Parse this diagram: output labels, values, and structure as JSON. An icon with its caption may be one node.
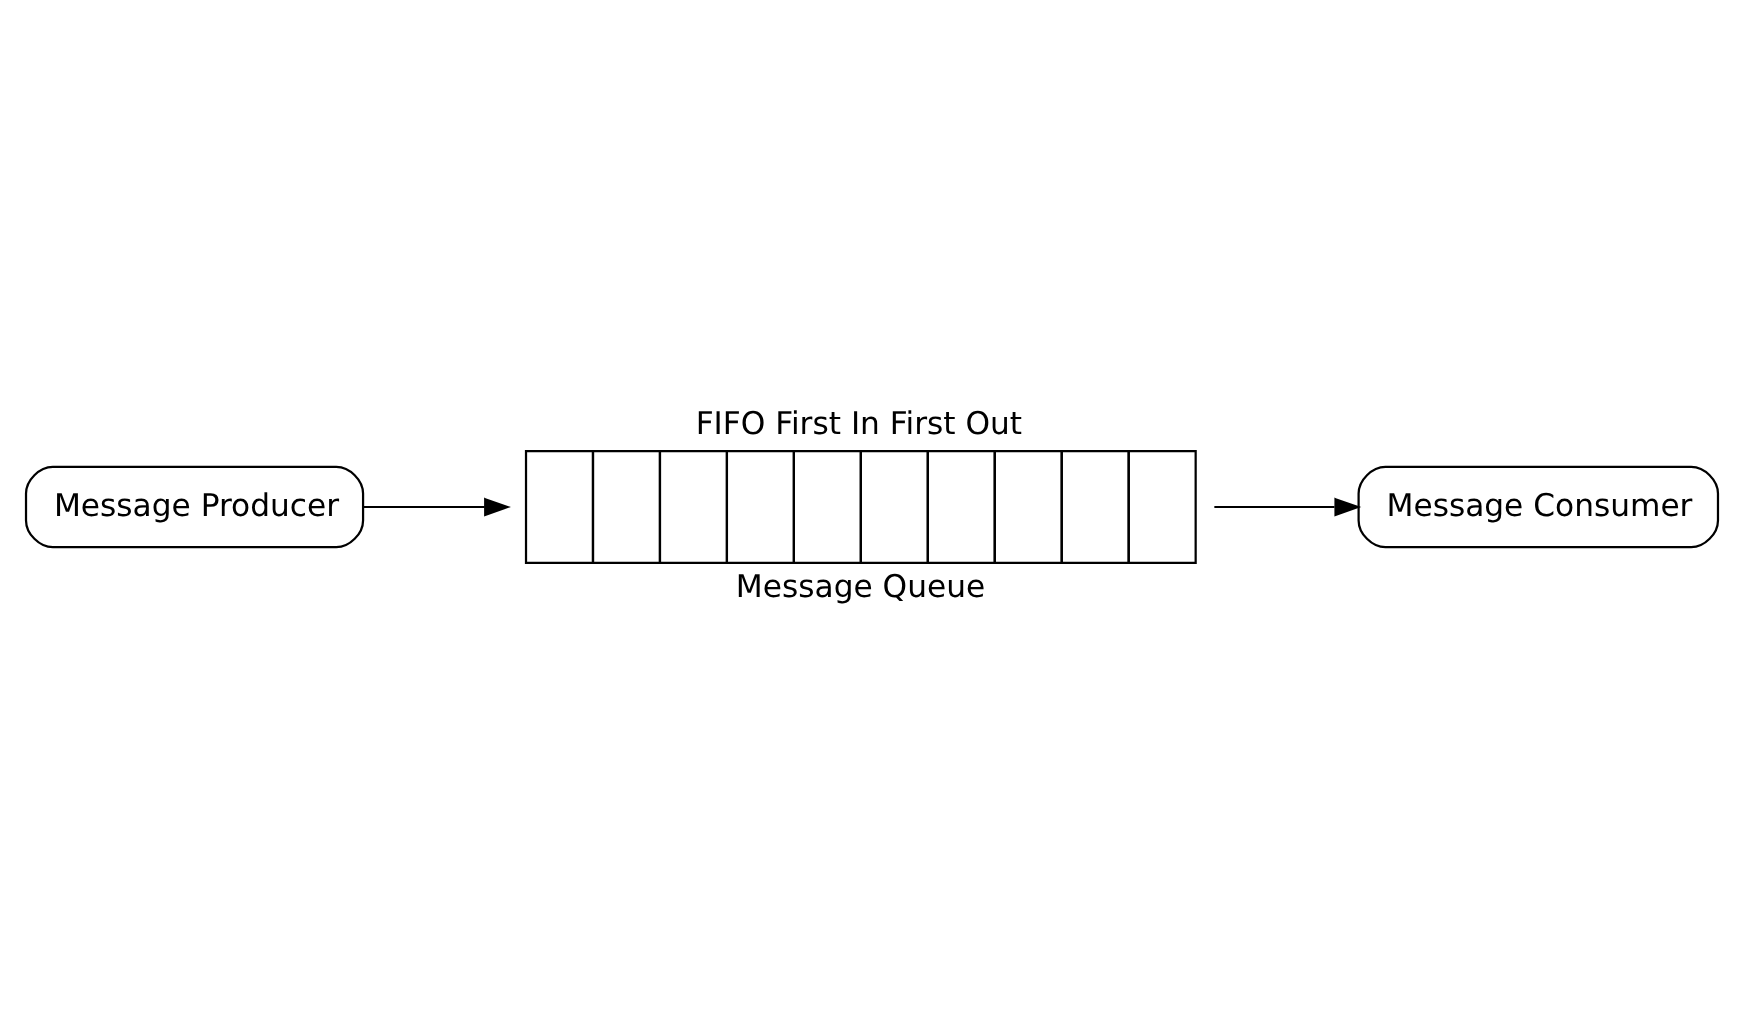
{
  "diagram": {
    "nodes": [
      {
        "text": [
          "Message Producer"
        ]
      },
      {
        "text": [
          "FIFO First In First Out",
          "Message Queue"
        ]
      },
      {
        "text": [
          "Message Consumer"
        ]
      }
    ],
    "edges": [
      {
        "from": 0,
        "to": 1,
        "arrow": "to"
      },
      {
        "from": 1,
        "to": 2,
        "arrow": "to"
      }
    ]
  }
}
